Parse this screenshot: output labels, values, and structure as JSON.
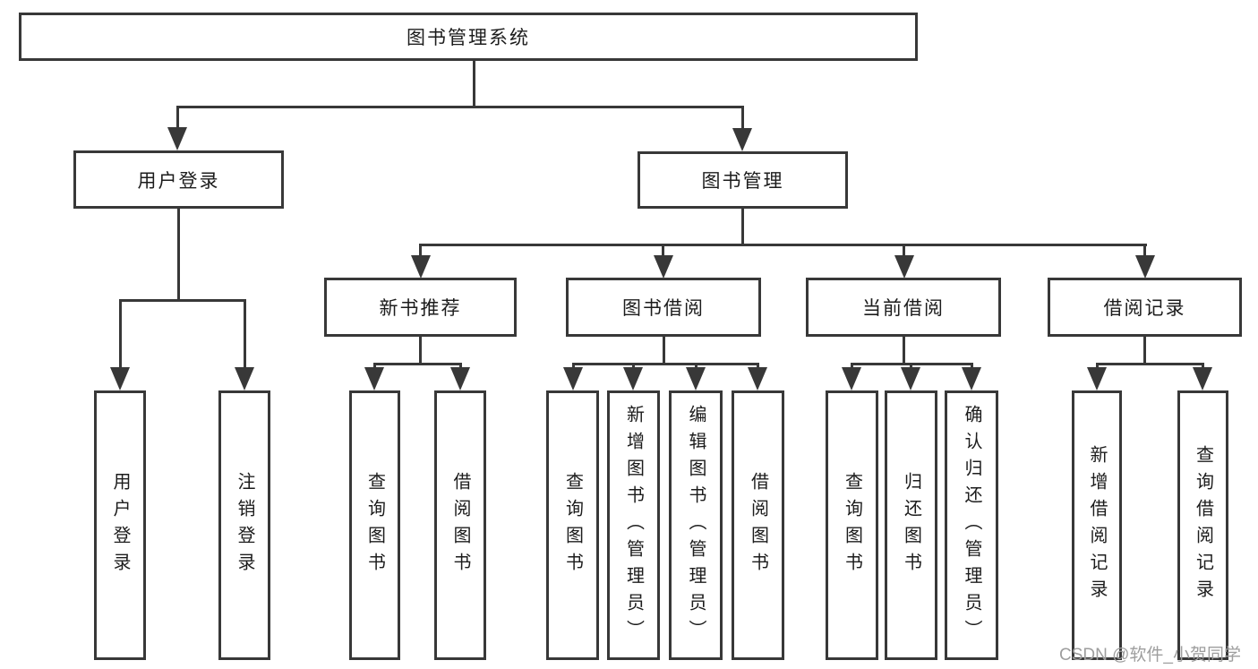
{
  "diagram": {
    "root": {
      "label": "图书管理系统"
    },
    "level2": {
      "user_login": {
        "label": "用户登录"
      },
      "book_mgmt": {
        "label": "图书管理"
      }
    },
    "level3": {
      "recommend": {
        "label": "新书推荐"
      },
      "borrow": {
        "label": "图书借阅"
      },
      "current": {
        "label": "当前借阅"
      },
      "records": {
        "label": "借阅记录"
      }
    },
    "leaves": {
      "login": [
        "用户登录",
        "注销登录"
      ],
      "recommend": [
        "查询图书",
        "借阅图书"
      ],
      "borrow": [
        "查询图书",
        "新增图书（管理员）",
        "编辑图书（管理员）",
        "借阅图书"
      ],
      "current": [
        "查询图书",
        "归还图书",
        "确认归还（管理员）"
      ],
      "records": [
        "新增借阅记录",
        "查询借阅记录"
      ]
    }
  },
  "watermark": {
    "text": "CSDN @软件_小贺同学"
  },
  "colors": {
    "line": "#383838",
    "box_border": "#383838",
    "text": "#1c1c1c",
    "watermark": "#9e9e9e",
    "background": "#ffffff"
  }
}
